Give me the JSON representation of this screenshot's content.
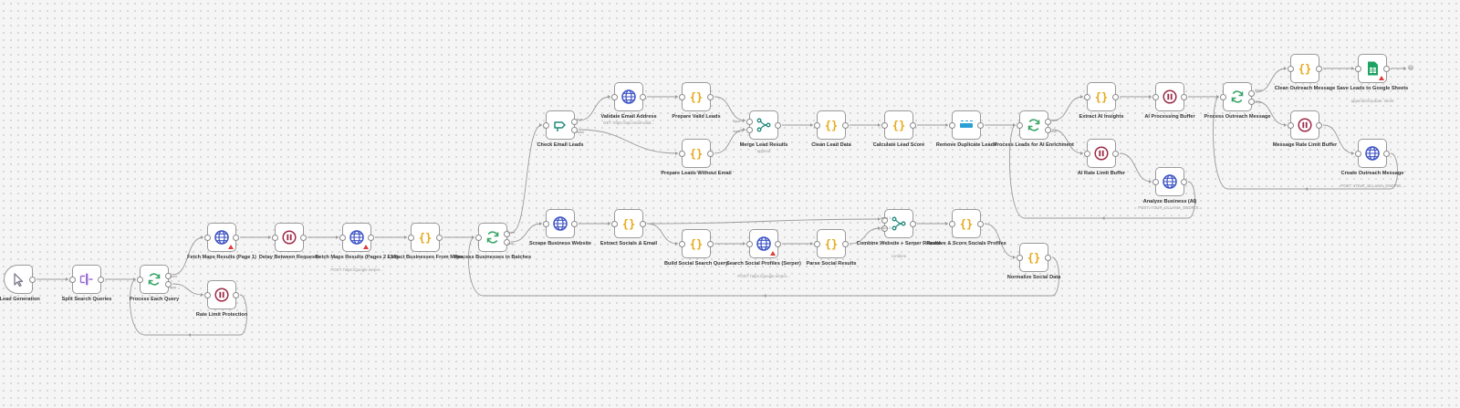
{
  "workflow": {
    "nodes": [
      {
        "id": "n1",
        "label": "t Lead Generation",
        "icon": "cursor-icon",
        "color": "#7b7b8a",
        "trigger": true
      },
      {
        "id": "n2",
        "label": "Split Search Queries",
        "icon": "split-icon",
        "color": "#9b6bd1"
      },
      {
        "id": "n3",
        "label": "Process Each Query",
        "icon": "loop-icon",
        "color": "#3aa668"
      },
      {
        "id": "n4",
        "label": "Fetch Maps Results (Page 1)",
        "icon": "globe-icon",
        "color": "#3b52c4",
        "warning": true
      },
      {
        "id": "n5",
        "label": "Rate Limit Protection",
        "icon": "pause-icon",
        "color": "#9c2a46"
      },
      {
        "id": "n6",
        "label": "Delay Between Requests",
        "icon": "pause-icon",
        "color": "#9c2a46"
      },
      {
        "id": "n7",
        "label": "Fetch Maps Results (Pages 2 - 10)",
        "sub": "POST: https://google.serper...",
        "icon": "globe-icon",
        "color": "#3b52c4",
        "warning": true
      },
      {
        "id": "n8",
        "label": "Extract Businesses From Maps",
        "icon": "code-icon",
        "color": "#e6a817"
      },
      {
        "id": "n9",
        "label": "Process Businesses in Batches",
        "icon": "loop-icon",
        "color": "#3aa668"
      },
      {
        "id": "n10",
        "label": "Check Email Leads",
        "icon": "if-icon",
        "color": "#1f8a7a"
      },
      {
        "id": "n11",
        "label": "Scrape Business Website",
        "icon": "globe-icon",
        "color": "#3b52c4"
      },
      {
        "id": "n12",
        "label": "Validate Email Address",
        "sub": "GET: https://api.email-valid...",
        "icon": "globe-icon",
        "color": "#3b52c4"
      },
      {
        "id": "n13",
        "label": "Prepare Valid Leads",
        "icon": "code-icon",
        "color": "#e6a817"
      },
      {
        "id": "n14",
        "label": "Prepare Leads Without Email",
        "icon": "code-icon",
        "color": "#e6a817"
      },
      {
        "id": "n15",
        "label": "Extract Socials & Email",
        "icon": "code-icon",
        "color": "#e6a817"
      },
      {
        "id": "n16",
        "label": "Build Social Search Query",
        "icon": "code-icon",
        "color": "#e6a817"
      },
      {
        "id": "n17",
        "label": "Search Social Profiles (Serper)",
        "sub": "POST: https://google.serper...",
        "icon": "globe-icon",
        "color": "#3b52c4",
        "warning": true
      },
      {
        "id": "n18",
        "label": "Parse Social Results",
        "icon": "code-icon",
        "color": "#e6a817"
      },
      {
        "id": "n19",
        "label": "Merge Lead Results",
        "sub": "append",
        "icon": "merge-icon",
        "color": "#1f8a7a"
      },
      {
        "id": "n20",
        "label": "Clean Lead Data",
        "icon": "code-icon",
        "color": "#e6a817"
      },
      {
        "id": "n21",
        "label": "Calculate Lead Score",
        "icon": "code-icon",
        "color": "#e6a817"
      },
      {
        "id": "n22",
        "label": "Remove Duplicate Leads",
        "icon": "dedupe-icon",
        "color": "#2b9fd6"
      },
      {
        "id": "n23",
        "label": "Combine Website + Serper Results",
        "sub": "combine",
        "icon": "merge-icon",
        "color": "#1f8a7a"
      },
      {
        "id": "n24",
        "label": "Resolve & Score Socials Profiles",
        "icon": "code-icon",
        "color": "#e6a817"
      },
      {
        "id": "n25",
        "label": "Normalize Social Data",
        "icon": "code-icon",
        "color": "#e6a817"
      },
      {
        "id": "n26",
        "label": "Process Leads for AI Enrichment",
        "icon": "loop-icon",
        "color": "#3aa668"
      },
      {
        "id": "n27",
        "label": "Extract AI Insights",
        "icon": "code-icon",
        "color": "#e6a817"
      },
      {
        "id": "n28",
        "label": "AI Rate Limit Buffer",
        "icon": "pause-icon",
        "color": "#9c2a46"
      },
      {
        "id": "n29",
        "label": "AI Processing Buffer",
        "icon": "pause-icon",
        "color": "#9c2a46"
      },
      {
        "id": "n30",
        "label": "Analyze Business (AI)",
        "sub": "POST: YOUR_OLLAMA_ENDPOI...",
        "icon": "globe-icon",
        "color": "#3b52c4"
      },
      {
        "id": "n31",
        "label": "Process Outreach Message",
        "icon": "loop-icon",
        "color": "#3aa668"
      },
      {
        "id": "n32",
        "label": "Clean Outreach Message",
        "icon": "code-icon",
        "color": "#e6a817"
      },
      {
        "id": "n33",
        "label": "Message Rate Limit Buffer",
        "icon": "pause-icon",
        "color": "#9c2a46"
      },
      {
        "id": "n34",
        "label": "Save Leads to Google Sheets",
        "sub": "appendOrUpdate: sheet",
        "icon": "sheets-icon",
        "color": "#1ea362",
        "warning": true
      },
      {
        "id": "n35",
        "label": "Create Outreach Message",
        "sub": "POST: YOUR_OLLAMA_ENDPOI...",
        "icon": "globe-icon",
        "color": "#3b52c4"
      }
    ],
    "port_labels": {
      "loop_done": "done",
      "loop_loop": "loop",
      "if_true": "true",
      "if_false": "false",
      "input1": "input 1",
      "input2": "input 2"
    },
    "add_button": "+"
  }
}
